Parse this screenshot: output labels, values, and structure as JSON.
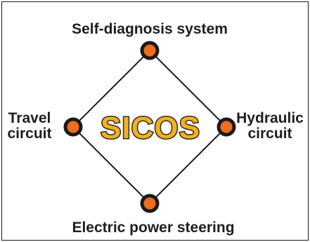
{
  "center": {
    "label": "SICOS"
  },
  "nodes": {
    "top": {
      "label": "Self-diagnosis system"
    },
    "left": {
      "lines": [
        "Travel",
        "circuit"
      ]
    },
    "right": {
      "lines": [
        "Hydraulic",
        "circuit"
      ]
    },
    "bottom": {
      "label": "Electric power steering"
    }
  },
  "colors": {
    "node_fill": "#f26b1f",
    "node_ring": "#1a1a1a",
    "title_fill": "#f6b01c",
    "text": "#1e1e1e",
    "line": "#1a1a1a"
  }
}
